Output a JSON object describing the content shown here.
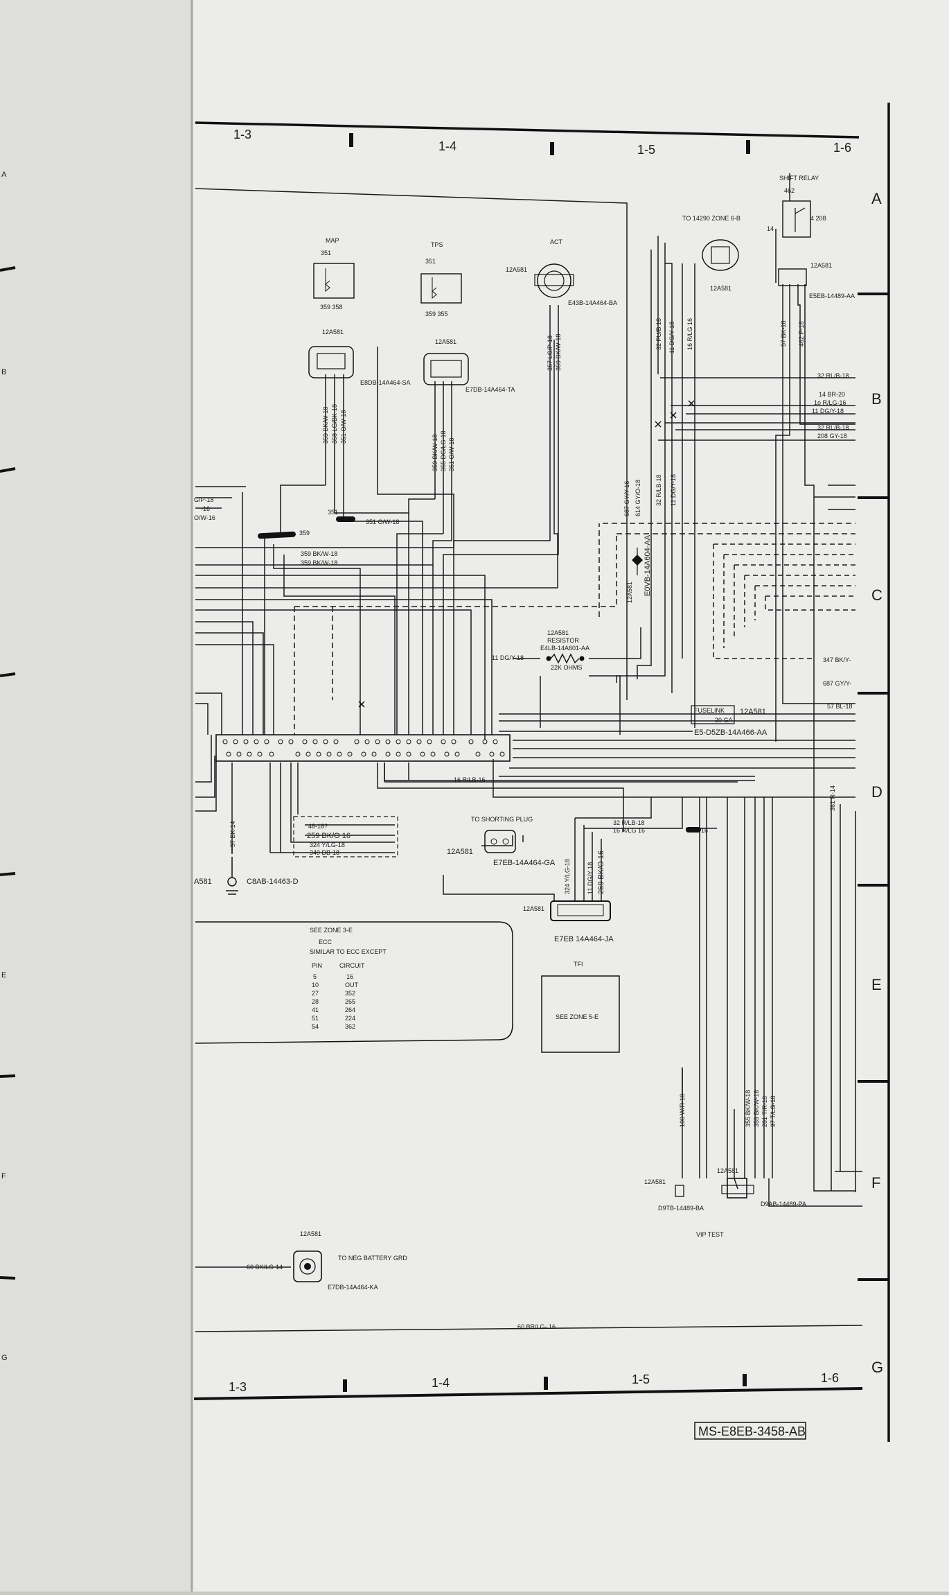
{
  "columns": {
    "top": [
      "1-3",
      "1-4",
      "1-5",
      "1-6"
    ],
    "bottom": [
      "1-3",
      "1-4",
      "1-5",
      "1-6"
    ]
  },
  "rows": [
    "A",
    "B",
    "C",
    "D",
    "E",
    "F",
    "G"
  ],
  "left_page_rows": [
    "A",
    "B",
    "E",
    "F",
    "G"
  ],
  "shift_relay": {
    "title": "SHIFT RELAY",
    "wire_top": "462",
    "wire_left": "14",
    "wire_right": "4 208"
  },
  "to_14290": "TO 14290 ZONE 6-B",
  "map": {
    "title": "MAP",
    "top": "351",
    "pins": "359  358",
    "ref": "12A581",
    "part": "E8DB-14A464-SA",
    "wires": [
      "359 BK/W-18",
      "358 LG/BK-18",
      "351 O/W-18"
    ]
  },
  "tps": {
    "title": "TPS",
    "top": "351",
    "pins": "359  355",
    "ref": "12A581",
    "part": "E7DB-14A464-TA",
    "wires": [
      "359 BK/W-18",
      "355 DG/LG-18",
      "351 O/W-18"
    ]
  },
  "act": {
    "title": "ACT",
    "ref": "12A581",
    "part": "E43B-14A464-BA",
    "wires": [
      "357 LG/P-18",
      "359 BK/W-18"
    ]
  },
  "top_right": {
    "ref": "12A581",
    "ref2": "12A581",
    "part": "E5EB-14489-AA",
    "wires": [
      "687 GY/Y-16",
      "614 GY/O-18",
      "32 PU/B 18",
      "32 R/LB-18",
      "11 DG/Y 18",
      "16 R/LG 16",
      "11 DG/Y-18",
      "57 BK-18",
      "462 P-18"
    ],
    "right_labels": [
      "32 RL/B-18",
      "14 BR-20",
      "1o R/LG-16",
      "11 DG/Y-18",
      "32 RL/B-18",
      "208 GY-18"
    ]
  },
  "splices": {
    "s359": "359",
    "s351": "351  O/W-18",
    "w359a": "359 BK/W-18",
    "w359b": "359 BK/W-18"
  },
  "left_labels": [
    "G/P-18",
    "-16",
    "O/W-16"
  ],
  "mid": {
    "ref": "12A581",
    "part": "E0VB-14A604-AA"
  },
  "resistor": {
    "title": "12A581",
    "sub": "RESISTOR",
    "part": "E4LB-14A601-AA",
    "value": "22K OHMS",
    "wire": "11 DG/Y-18"
  },
  "fuse": {
    "label": "FUSELINK",
    "rating": "20 GA",
    "ref": "12A581",
    "part": "E5-D5ZB-14A466-AA"
  },
  "right_mid": [
    "347 BK/Y-",
    "687 GY/Y-",
    "57 BL-18"
  ],
  "wire_16": "16 R/LB-16",
  "shorting": {
    "title": "TO SHORTING PLUG",
    "ref": "12A581",
    "part": "E7EB-14A464-GA"
  },
  "connector_wires": [
    "48-18?",
    "259  BK/O 16",
    "324 Y/LG-18",
    "349 DB-18"
  ],
  "ground": {
    "ref": "A581",
    "part": "C8AB-14463-D",
    "wire": "57 BK-14"
  },
  "main_conn": {
    "ref": "12A581",
    "part": "E7EB 14A464-JA",
    "wires": [
      "32 R/LB-18",
      "16 R/LG 16",
      "16"
    ],
    "vert": [
      "324 Y/LG-18",
      "11 DG/Y 18",
      "259 BK/O 16"
    ],
    "side": "361 R-14"
  },
  "note": {
    "title": "SEE ZONE 3-E",
    "line1": "ECC",
    "line2": "SIMILAR TO ECC EXCEPT",
    "headers": [
      "PIN",
      "CIRCUIT"
    ],
    "rows": [
      [
        "5",
        "16"
      ],
      [
        "10",
        "OUT"
      ],
      [
        "27",
        "352"
      ],
      [
        "28",
        "265"
      ],
      [
        "41",
        "264"
      ],
      [
        "51",
        "224"
      ],
      [
        "54",
        "362"
      ]
    ]
  },
  "tfi": {
    "title": "TFI",
    "body": "SEE ZONE 5-E"
  },
  "vip": {
    "title": "VIP TEST",
    "ref1": "12A581",
    "part1": "D9TB-14489-BA",
    "ref2": "12A581",
    "part2": "D9AB-14489-PA",
    "wire": "100 W/R-18",
    "wires": [
      "355 BK/W-18",
      "359 BK/W-18",
      "201 T/R-18",
      "97 T/LG-18"
    ]
  },
  "battery": {
    "ref": "12A581",
    "wire": "60 BK/LG-14",
    "label": "TO NEG BATTERY GRD",
    "part": "E7DB-14A464-KA"
  },
  "bottom_wire": "60 BR/LG- 16",
  "doc_id": "MS-E8EB-3458-AB"
}
